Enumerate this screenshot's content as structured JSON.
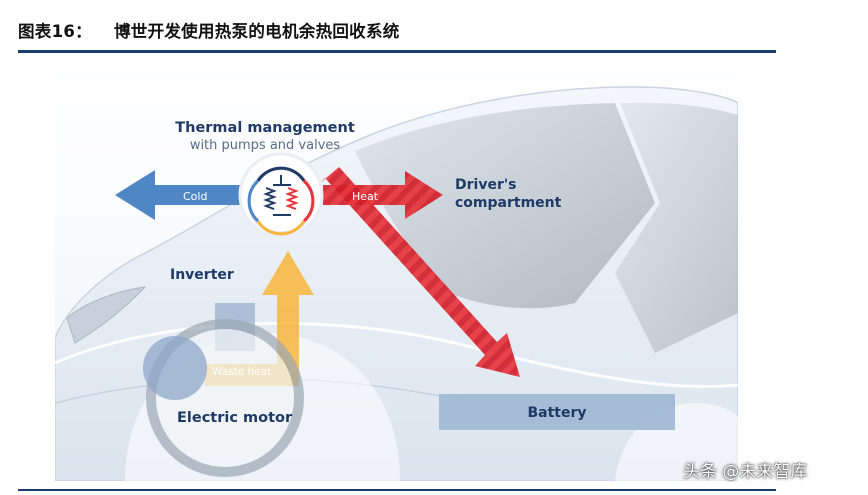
{
  "figure": {
    "caption_number": "图表16：",
    "caption_title": "博世开发使用热泵的电机余热回收系统"
  },
  "diagram": {
    "thermal_title": "Thermal management",
    "thermal_subtitle": "with pumps and valves",
    "cold_label": "Cold",
    "heat_label": "Heat",
    "driver_line1": "Driver's",
    "driver_line2": "compartment",
    "inverter_label": "Inverter",
    "waste_heat_label": "Waste heat",
    "motor_label": "Electric motor",
    "battery_label": "Battery"
  },
  "watermark": "头条 @未来智库",
  "colors": {
    "rule": "#1d3c6e",
    "label_navy": "#1f3a66",
    "cold_arrow": "#4f86c6",
    "heat_arrow": "#e8333a",
    "waste_heat_arrow": "#f7b53b",
    "battery_fill": "#9fb7d3"
  }
}
